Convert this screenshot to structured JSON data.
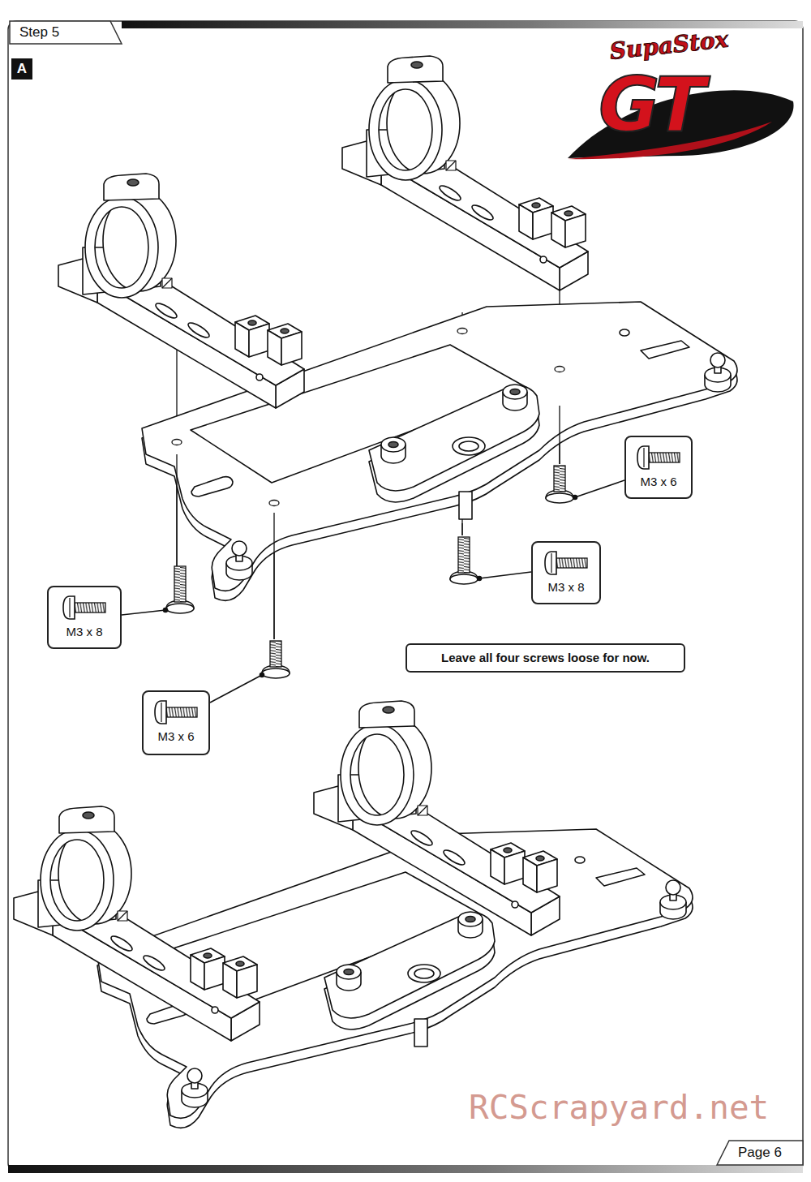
{
  "diagram": {
    "nodes": [
      {
        "text": [
          "Step 5"
        ]
      },
      {
        "text": [
          "A"
        ]
      },
      {
        "text": [
          "M3 x 6"
        ]
      },
      {
        "text": [
          "M3 x 8"
        ]
      },
      {
        "text": [
          "M3 x 8"
        ]
      },
      {
        "text": [
          "Leave all four screws loose for now."
        ]
      },
      {
        "text": [
          "M3 x 6"
        ]
      }
    ],
    "labels": [
      "SupaStox",
      "GT",
      "RCScrapyard.net",
      "Page 6"
    ]
  }
}
